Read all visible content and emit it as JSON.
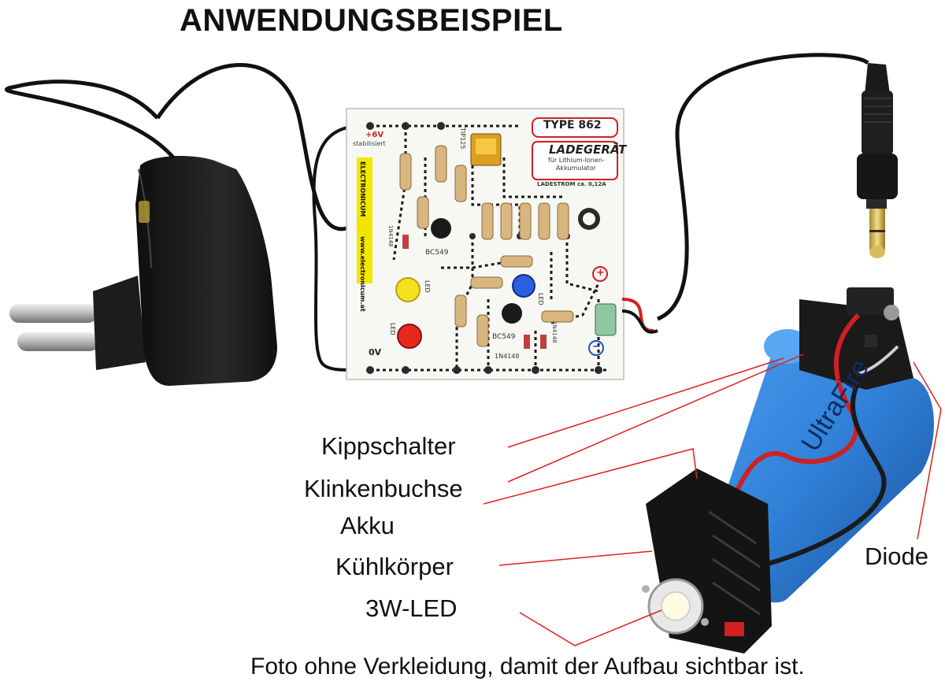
{
  "title": "ANWENDUNGSBEISPIEL",
  "caption": "Foto ohne Verkleidung, damit der Aufbau sichtbar ist.",
  "labels": {
    "kippschalter": "Kippschalter",
    "klinkenbuchse": "Klinkenbuchse",
    "akku": "Akku",
    "kuehlkoerper": "Kühlkörper",
    "led3w": "3W-LED",
    "diode": "Diode"
  },
  "pcb": {
    "type_label": "TYPE 862",
    "product_title": "LADEGERÄT",
    "product_sub1": "für Lithium-Ionen-",
    "product_sub2": "Akkumulator",
    "current_label": "LADESTROM ca. 0,12A",
    "brand": "ELECTRONICUM",
    "url": "www.electronicum.at",
    "voltage_top": "+6V",
    "voltage_top_sub": "stabilisiert",
    "voltage_bottom": "0V",
    "transistor_power": "TIP125",
    "transistor_small_1": "BC549",
    "transistor_small_2": "BC549",
    "diode_1": "1N4148",
    "diode_2": "1N4148",
    "diode_3": "1N4148",
    "led_label_1": "LED",
    "led_label_2": "LED",
    "led_label_3": "LED",
    "plus_sign": "+",
    "minus_sign": "−"
  },
  "battery": {
    "brand_text": "UltraFire"
  },
  "colors": {
    "callout_line": "#e02020",
    "pcb_yellow_strip": "#f2e600",
    "battery_blue": "#2f7fd6",
    "adapter_black": "#1a1a1a",
    "cable_black": "#111111",
    "led_red": "#e8281e",
    "led_yellow": "#f5e21e",
    "led_blue": "#2a5fe0",
    "heatsink_black": "#141414"
  }
}
